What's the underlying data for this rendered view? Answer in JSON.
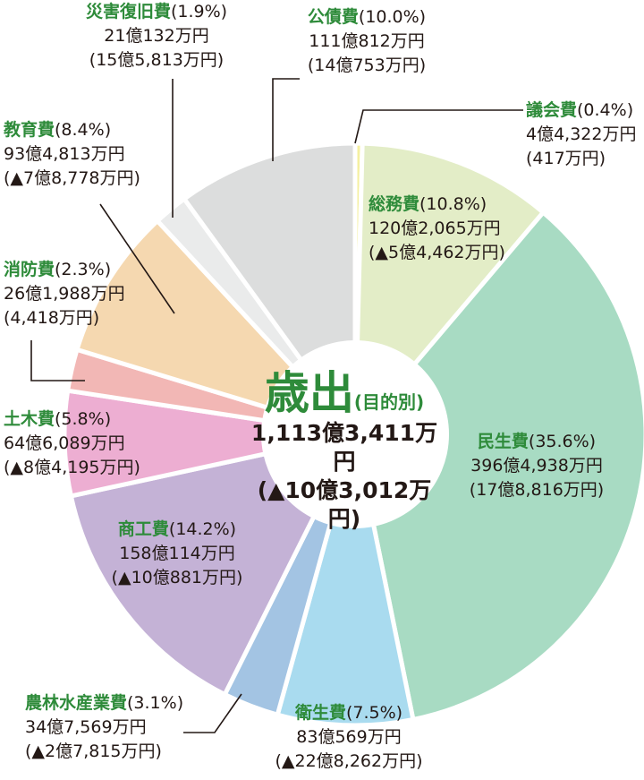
{
  "center": {
    "title": "歳出",
    "subtitle": "(目的別)",
    "total": "1,113億3,411万円",
    "change": "(▲10億3,012万円)"
  },
  "chart_data": {
    "type": "pie",
    "slices": [
      {
        "name": "議会費",
        "percent": 0.4,
        "amount": "4億4,322万円",
        "change": "(417万円)",
        "color": "#f5f0a0"
      },
      {
        "name": "総務費",
        "percent": 10.8,
        "amount": "120億2,065万円",
        "change": "(▲5億4,462万円)",
        "color": "#e3edc7"
      },
      {
        "name": "民生費",
        "percent": 35.6,
        "amount": "396億4,938万円",
        "change": "(17億8,816万円)",
        "color": "#a8dbc3"
      },
      {
        "name": "衛生費",
        "percent": 7.5,
        "amount": "83億569万円",
        "change": "(▲22億8,262万円)",
        "color": "#a9dbef"
      },
      {
        "name": "農林水産業費",
        "percent": 3.1,
        "amount": "34億7,569万円",
        "change": "(▲2億7,815万円)",
        "color": "#a3c4e3"
      },
      {
        "name": "商工費",
        "percent": 14.2,
        "amount": "158億114万円",
        "change": "(▲10億881万円)",
        "color": "#c4b2d6"
      },
      {
        "name": "土木費",
        "percent": 5.8,
        "amount": "64億6,089万円",
        "change": "(▲8億4,195万円)",
        "color": "#edaed2"
      },
      {
        "name": "消防費",
        "percent": 2.3,
        "amount": "26億1,988万円",
        "change": "(4,418万円)",
        "color": "#f2b7b5"
      },
      {
        "name": "教育費",
        "percent": 8.4,
        "amount": "93億4,813万円",
        "change": "(▲7億8,778万円)",
        "color": "#f5d8b0"
      },
      {
        "name": "災害復旧費",
        "percent": 1.9,
        "amount": "21億132万円",
        "change": "(15億5,813万円)",
        "color": "#eaebeb"
      },
      {
        "name": "公債費",
        "percent": 10.0,
        "amount": "111億812万円",
        "change": "(14億753万円)",
        "color": "#dcdddd"
      }
    ]
  }
}
